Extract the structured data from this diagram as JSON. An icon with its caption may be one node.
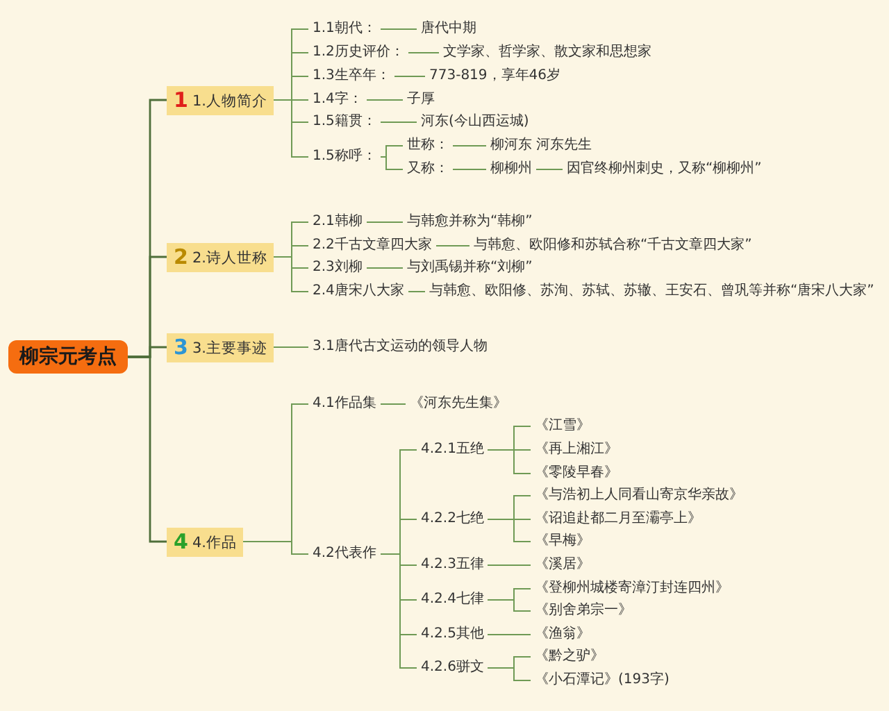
{
  "diagram": {
    "nodes": [
      {
        "text": [
          "柳宗元考点"
        ]
      },
      {
        "text": [
          "1",
          "1.人物简介"
        ]
      },
      {
        "text": [
          "2",
          "2.诗人世称"
        ]
      },
      {
        "text": [
          "3",
          "3.主要事迹"
        ]
      },
      {
        "text": [
          "4",
          "4.作品"
        ]
      },
      {
        "text": [
          "1.1朝代："
        ]
      },
      {
        "text": [
          "唐代中期"
        ]
      },
      {
        "text": [
          "1.2历史评价："
        ]
      },
      {
        "text": [
          "文学家、哲学家、散文家和思想家"
        ]
      },
      {
        "text": [
          "1.3生卒年："
        ]
      },
      {
        "text": [
          "773-819，享年46岁"
        ]
      },
      {
        "text": [
          "1.4字："
        ]
      },
      {
        "text": [
          "子厚"
        ]
      },
      {
        "text": [
          "1.5籍贯："
        ]
      },
      {
        "text": [
          "河东(今山西运城)"
        ]
      },
      {
        "text": [
          "1.5称呼："
        ]
      },
      {
        "text": [
          "世称："
        ]
      },
      {
        "text": [
          "柳河东 河东先生"
        ]
      },
      {
        "text": [
          "又称："
        ]
      },
      {
        "text": [
          "柳柳州"
        ]
      },
      {
        "text": [
          "因官终柳州刺史，又称“柳柳州”"
        ]
      },
      {
        "text": [
          "2.1韩柳"
        ]
      },
      {
        "text": [
          "与韩愈并称为“韩柳”"
        ]
      },
      {
        "text": [
          "2.2千古文章四大家"
        ]
      },
      {
        "text": [
          "与韩愈、欧阳修和苏轼合称“千古文章四大家”"
        ]
      },
      {
        "text": [
          "2.3刘柳"
        ]
      },
      {
        "text": [
          "与刘禹锡并称“刘柳”"
        ]
      },
      {
        "text": [
          "2.4唐宋八大家"
        ]
      },
      {
        "text": [
          "与韩愈、欧阳修、苏洵、苏轼、苏辙、王安石、曾巩等并称“唐宋八大家”"
        ]
      },
      {
        "text": [
          "3.1唐代古文运动的领导人物"
        ]
      },
      {
        "text": [
          "4.1作品集"
        ]
      },
      {
        "text": [
          "《河东先生集》"
        ]
      },
      {
        "text": [
          "4.2代表作"
        ]
      },
      {
        "text": [
          "4.2.1五绝"
        ]
      },
      {
        "text": [
          "《江雪》"
        ]
      },
      {
        "text": [
          "《再上湘江》"
        ]
      },
      {
        "text": [
          "《零陵早春》"
        ]
      },
      {
        "text": [
          "4.2.2七绝"
        ]
      },
      {
        "text": [
          "《与浩初上人同看山寄京华亲故》"
        ]
      },
      {
        "text": [
          "《诏追赴都二月至灞亭上》"
        ]
      },
      {
        "text": [
          "《早梅》"
        ]
      },
      {
        "text": [
          "4.2.3五律"
        ]
      },
      {
        "text": [
          "《溪居》"
        ]
      },
      {
        "text": [
          "4.2.4七律"
        ]
      },
      {
        "text": [
          "《登柳州城楼寄漳汀封连四州》"
        ]
      },
      {
        "text": [
          "《别舍弟宗一》"
        ]
      },
      {
        "text": [
          "4.2.5其他"
        ]
      },
      {
        "text": [
          "《渔翁》"
        ]
      },
      {
        "text": [
          "4.2.6骈文"
        ]
      },
      {
        "text": [
          "《黔之驴》"
        ]
      },
      {
        "text": [
          "《小石潭记》(193字)"
        ]
      }
    ],
    "edges": [
      {
        "from": 0,
        "to": 1,
        "arrow": "none"
      },
      {
        "from": 0,
        "to": 2,
        "arrow": "none"
      },
      {
        "from": 0,
        "to": 3,
        "arrow": "none"
      },
      {
        "from": 0,
        "to": 4,
        "arrow": "none"
      },
      {
        "from": 1,
        "to": 5,
        "arrow": "none"
      },
      {
        "from": 1,
        "to": 7,
        "arrow": "none"
      },
      {
        "from": 1,
        "to": 9,
        "arrow": "none"
      },
      {
        "from": 1,
        "to": 11,
        "arrow": "none"
      },
      {
        "from": 1,
        "to": 13,
        "arrow": "none"
      },
      {
        "from": 1,
        "to": 15,
        "arrow": "none"
      },
      {
        "from": 5,
        "to": 6,
        "arrow": "none"
      },
      {
        "from": 7,
        "to": 8,
        "arrow": "none"
      },
      {
        "from": 9,
        "to": 10,
        "arrow": "none"
      },
      {
        "from": 11,
        "to": 12,
        "arrow": "none"
      },
      {
        "from": 13,
        "to": 14,
        "arrow": "none"
      },
      {
        "from": 15,
        "to": 16,
        "arrow": "none"
      },
      {
        "from": 15,
        "to": 18,
        "arrow": "none"
      },
      {
        "from": 16,
        "to": 17,
        "arrow": "none"
      },
      {
        "from": 18,
        "to": 19,
        "arrow": "none"
      },
      {
        "from": 19,
        "to": 20,
        "arrow": "none"
      },
      {
        "from": 2,
        "to": 21,
        "arrow": "none"
      },
      {
        "from": 2,
        "to": 23,
        "arrow": "none"
      },
      {
        "from": 2,
        "to": 25,
        "arrow": "none"
      },
      {
        "from": 2,
        "to": 27,
        "arrow": "none"
      },
      {
        "from": 21,
        "to": 22,
        "arrow": "none"
      },
      {
        "from": 23,
        "to": 24,
        "arrow": "none"
      },
      {
        "from": 25,
        "to": 26,
        "arrow": "none"
      },
      {
        "from": 27,
        "to": 28,
        "arrow": "none"
      },
      {
        "from": 3,
        "to": 29,
        "arrow": "none"
      },
      {
        "from": 4,
        "to": 30,
        "arrow": "none"
      },
      {
        "from": 4,
        "to": 32,
        "arrow": "none"
      },
      {
        "from": 30,
        "to": 31,
        "arrow": "none"
      },
      {
        "from": 32,
        "to": 33,
        "arrow": "none"
      },
      {
        "from": 32,
        "to": 37,
        "arrow": "none"
      },
      {
        "from": 32,
        "to": 41,
        "arrow": "none"
      },
      {
        "from": 32,
        "to": 43,
        "arrow": "none"
      },
      {
        "from": 32,
        "to": 46,
        "arrow": "none"
      },
      {
        "from": 32,
        "to": 48,
        "arrow": "none"
      },
      {
        "from": 33,
        "to": 34,
        "arrow": "none"
      },
      {
        "from": 33,
        "to": 35,
        "arrow": "none"
      },
      {
        "from": 33,
        "to": 36,
        "arrow": "none"
      },
      {
        "from": 37,
        "to": 38,
        "arrow": "none"
      },
      {
        "from": 37,
        "to": 39,
        "arrow": "none"
      },
      {
        "from": 37,
        "to": 40,
        "arrow": "none"
      },
      {
        "from": 41,
        "to": 42,
        "arrow": "none"
      },
      {
        "from": 43,
        "to": 44,
        "arrow": "none"
      },
      {
        "from": 43,
        "to": 45,
        "arrow": "none"
      },
      {
        "from": 46,
        "to": 47,
        "arrow": "none"
      },
      {
        "from": 48,
        "to": 49,
        "arrow": "none"
      },
      {
        "from": 48,
        "to": 50,
        "arrow": "none"
      }
    ]
  }
}
